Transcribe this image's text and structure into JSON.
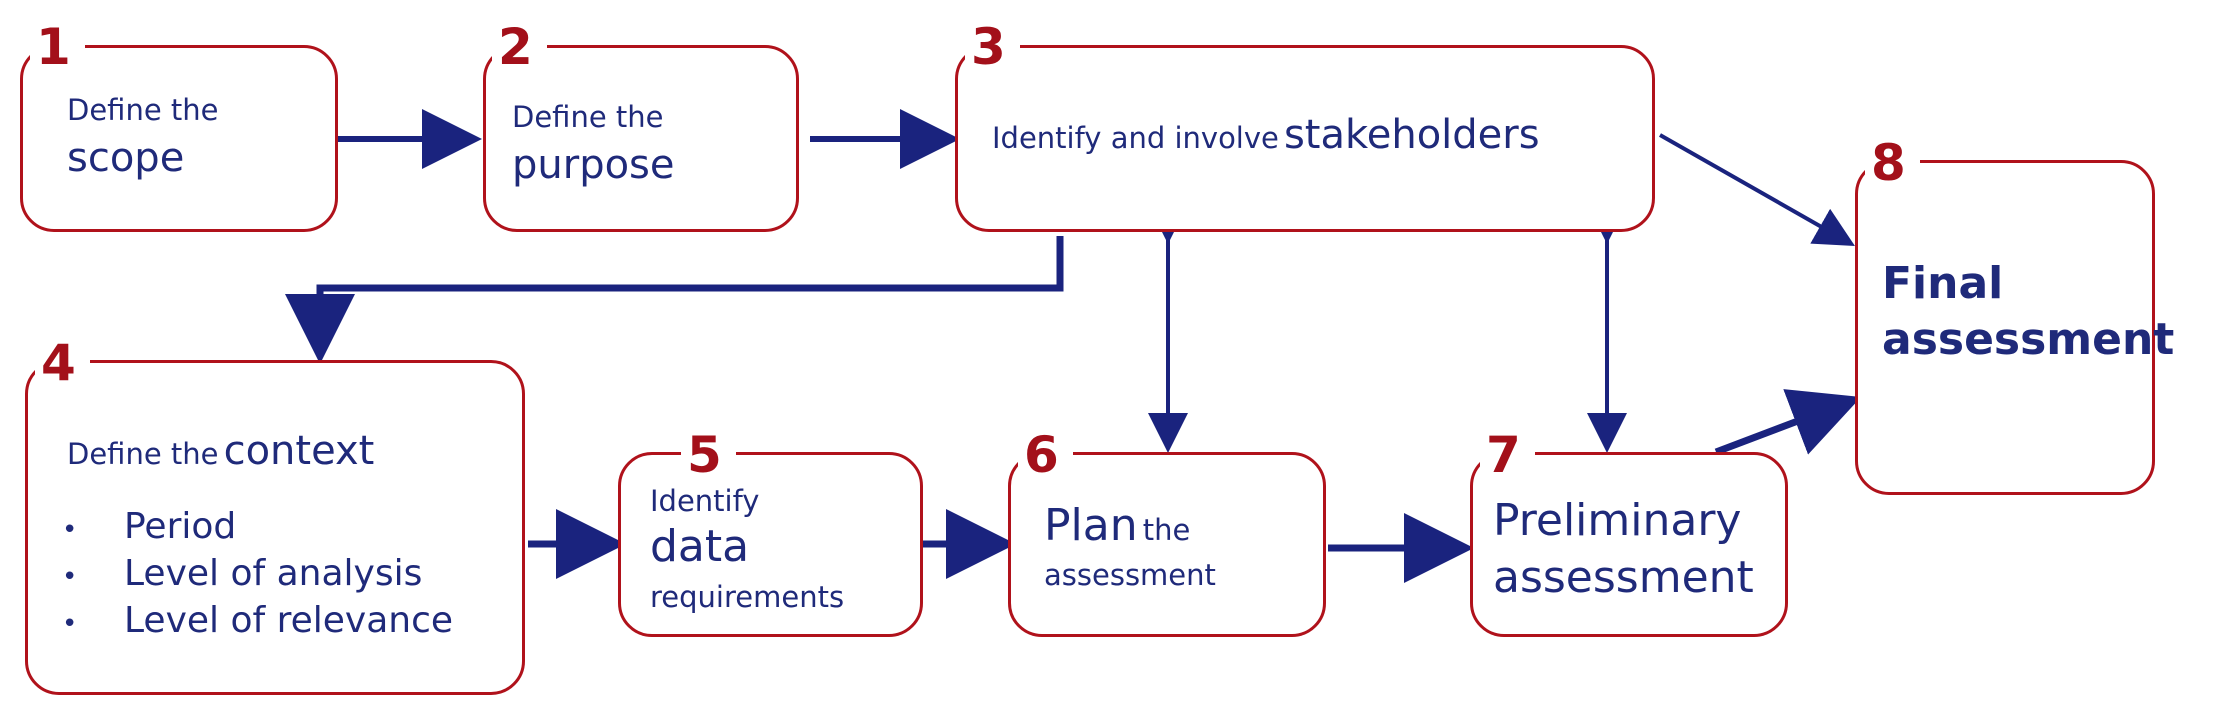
{
  "steps": [
    {
      "num": "1",
      "line1": "Define the",
      "line2": "scope"
    },
    {
      "num": "2",
      "line1": "Define the",
      "line2": "purpose"
    },
    {
      "num": "3",
      "small": "Identify and involve",
      "large": "stakeholders"
    },
    {
      "num": "4",
      "small": "Define the",
      "large": "context",
      "bullets": [
        "Period",
        "Level of analysis",
        "Level of relevance"
      ]
    },
    {
      "num": "5",
      "line1": "Identify",
      "line2": "data",
      "line3": "requirements"
    },
    {
      "num": "6",
      "large": "Plan",
      "small": "the",
      "line2": "assessment"
    },
    {
      "num": "7",
      "line1": "Preliminary",
      "line2": "assessment"
    },
    {
      "num": "8",
      "line1": "Final",
      "line2": "assessment"
    }
  ],
  "colors": {
    "box_border": "#b0121b",
    "number": "#a3101a",
    "text": "#1f2a7a",
    "arrow": "#1a237e"
  }
}
